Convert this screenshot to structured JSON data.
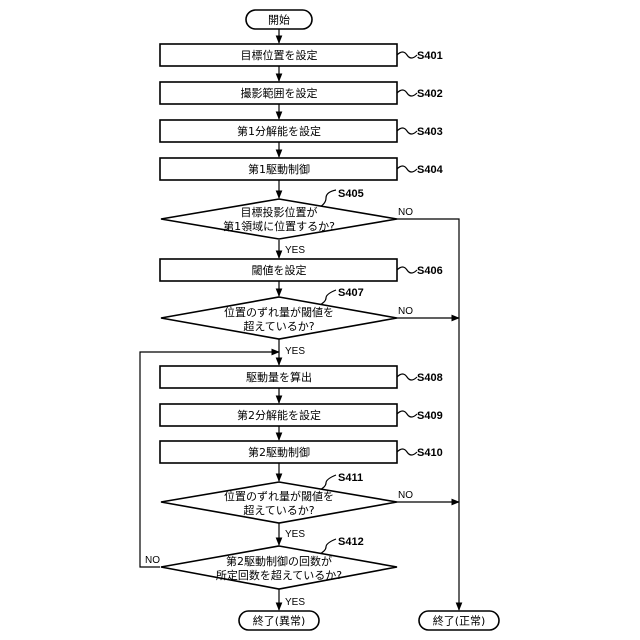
{
  "flowchart": {
    "start": "開始",
    "end_abnormal": "終了(異常)",
    "end_normal": "終了(正常)",
    "yes": "YES",
    "no": "NO",
    "steps": [
      {
        "id": "S401",
        "label": "S401",
        "text": "目標位置を設定"
      },
      {
        "id": "S402",
        "label": "S402",
        "text": "撮影範囲を設定"
      },
      {
        "id": "S403",
        "label": "S403",
        "text": "第1分解能を設定"
      },
      {
        "id": "S404",
        "label": "S404",
        "text": "第1駆動制御"
      },
      {
        "id": "S405",
        "label": "S405",
        "lines": [
          "目標投影位置が",
          "第1領域に位置するか?"
        ]
      },
      {
        "id": "S406",
        "label": "S406",
        "text": "閾値を設定"
      },
      {
        "id": "S407",
        "label": "S407",
        "lines": [
          "位置のずれ量が閾値を",
          "超えているか?"
        ]
      },
      {
        "id": "S408",
        "label": "S408",
        "text": "駆動量を算出"
      },
      {
        "id": "S409",
        "label": "S409",
        "text": "第2分解能を設定"
      },
      {
        "id": "S410",
        "label": "S410",
        "text": "第2駆動制御"
      },
      {
        "id": "S411",
        "label": "S411",
        "lines": [
          "位置のずれ量が閾値を",
          "超えているか?"
        ]
      },
      {
        "id": "S412",
        "label": "S412",
        "lines": [
          "第2駆動制御の回数が",
          "所定回数を超えているか?"
        ]
      }
    ]
  }
}
